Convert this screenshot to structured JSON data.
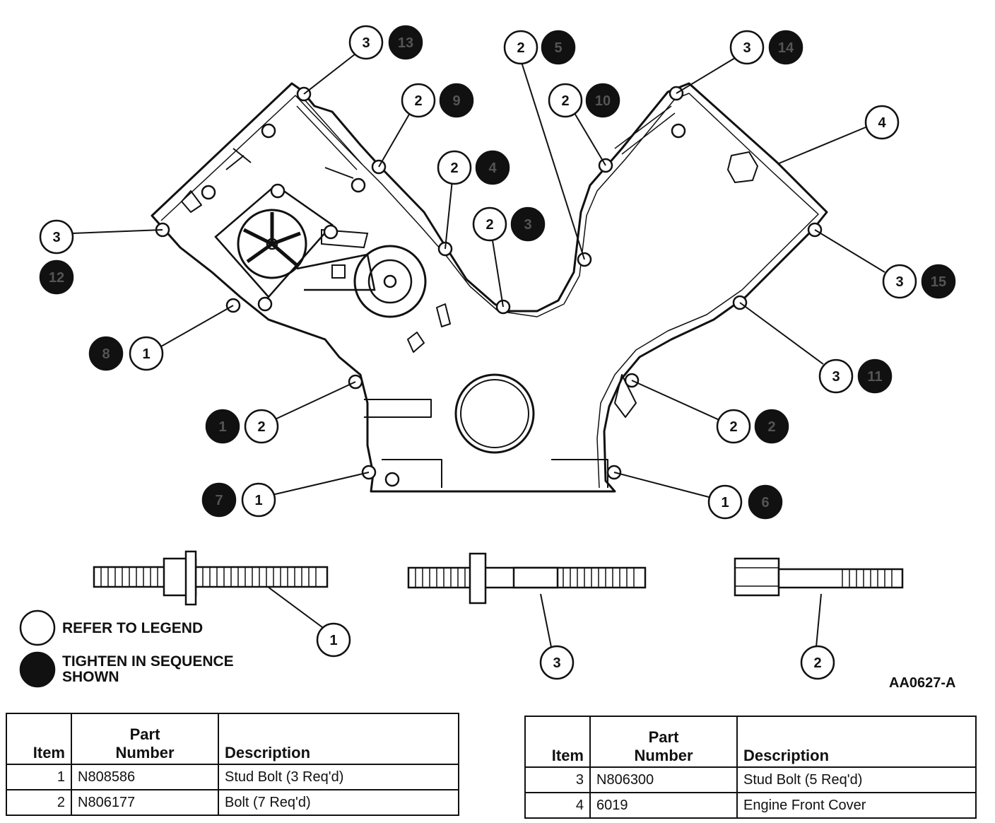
{
  "figure_id": "AA0627-A",
  "legend": {
    "refer": "REFER TO LEGEND",
    "tighten_line1": "TIGHTEN IN SEQUENCE",
    "tighten_line2": "SHOWN"
  },
  "callouts": [
    {
      "item": "3",
      "seq": "13"
    },
    {
      "item": "2",
      "seq": "5"
    },
    {
      "item": "3",
      "seq": "14"
    },
    {
      "item": "2",
      "seq": "9"
    },
    {
      "item": "2",
      "seq": "10"
    },
    {
      "item": "4",
      "seq": ""
    },
    {
      "item": "2",
      "seq": "4"
    },
    {
      "item": "3",
      "seq": "12"
    },
    {
      "item": "2",
      "seq": "3"
    },
    {
      "item": "3",
      "seq": "15"
    },
    {
      "item": "1",
      "seq": "8"
    },
    {
      "item": "3",
      "seq": "11"
    },
    {
      "item": "2",
      "seq": "1"
    },
    {
      "item": "2",
      "seq": "2"
    },
    {
      "item": "1",
      "seq": "7"
    },
    {
      "item": "1",
      "seq": "6"
    }
  ],
  "fastener_labels": [
    "1",
    "3",
    "2"
  ],
  "tables": [
    {
      "headers": {
        "item": "Item",
        "part_line1": "Part",
        "part_line2": "Number",
        "desc": "Description"
      },
      "rows": [
        {
          "item": "1",
          "part": "N808586",
          "desc": "Stud Bolt (3 Req'd)"
        },
        {
          "item": "2",
          "part": "N806177",
          "desc": "Bolt (7 Req'd)"
        }
      ]
    },
    {
      "headers": {
        "item": "Item",
        "part_line1": "Part",
        "part_line2": "Number",
        "desc": "Description"
      },
      "rows": [
        {
          "item": "3",
          "part": "N806300",
          "desc": "Stud Bolt (5 Req'd)"
        },
        {
          "item": "4",
          "part": "6019",
          "desc": "Engine Front Cover"
        }
      ]
    }
  ]
}
